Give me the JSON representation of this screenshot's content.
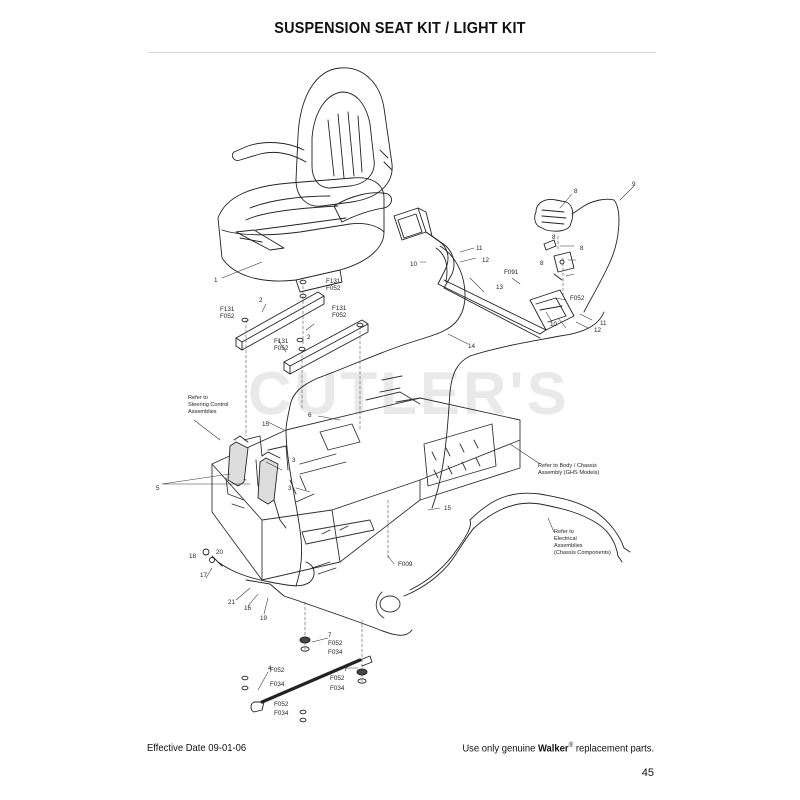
{
  "page": {
    "title": "SUSPENSION SEAT KIT / LIGHT KIT",
    "effective_date": "Effective Date 09-01-06",
    "parts_notice": {
      "prefix": "Use only genuine ",
      "brand": "Walker",
      "mark": "®",
      "suffix": " replacement parts."
    },
    "page_number": "45"
  },
  "watermark": "CUTLER'S",
  "notes": {
    "steering": [
      "Refer to",
      "Steering Control",
      "Assemblies"
    ],
    "body_chassis": [
      "Refer to Body / Chassis",
      "Assembly (GHS Models)"
    ],
    "electrical": [
      "Refer to",
      "Electrical",
      "Assemblies",
      "(Chassis Components)"
    ]
  },
  "callouts": {
    "c1": "1",
    "c2a": "2",
    "c2b": "2",
    "c3a": "3",
    "c3b": "3",
    "c4": "4",
    "c5": "5",
    "c6": "6",
    "c7a": "7",
    "c7b": "7",
    "c8a": "8",
    "c8b": "8",
    "c8c": "8",
    "c8d": "8",
    "c9": "9",
    "c10a": "10",
    "c10b": "10",
    "c11a": "11",
    "c11b": "11",
    "c12a": "12",
    "c12b": "12",
    "c13": "13",
    "c14": "14",
    "c15a": "15",
    "c15b": "15",
    "c16": "16",
    "c17": "17",
    "c18": "18",
    "c19": "19",
    "c20": "20",
    "c21": "21",
    "f131a": "F131",
    "f052a": "F052",
    "f131b": "F131",
    "f052b": "F052",
    "f131c": "F131",
    "f052c": "F052",
    "f131d": "F131",
    "f052d": "F052",
    "f091": "F091",
    "f052e": "F052",
    "f009": "F009",
    "f052f": "F052",
    "f034a": "F034",
    "f052g": "F052",
    "f034b": "F034",
    "f052h": "F052",
    "f034c": "F034",
    "f052i": "F052",
    "f034d": "F034"
  }
}
